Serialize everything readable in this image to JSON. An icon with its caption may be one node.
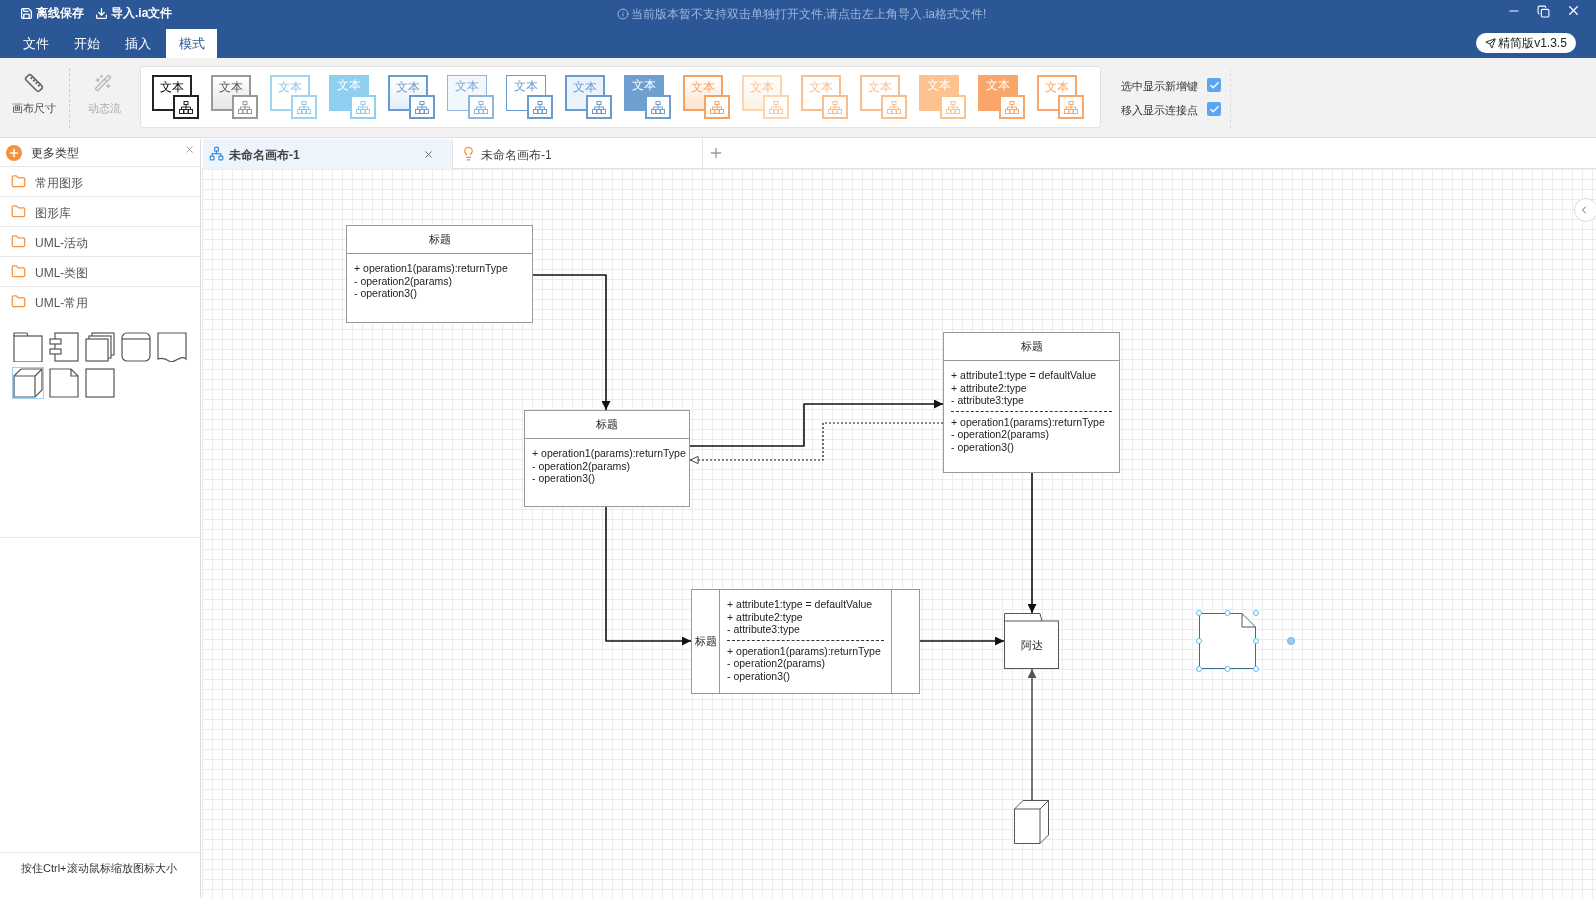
{
  "diagram": {
    "nodes": [
      {
        "text": [
          "标题",
          "+ operation1(params):returnType",
          "- operation2(params)",
          "- operation3()"
        ]
      },
      {
        "text": [
          "标题",
          "+ operation1(params):returnType",
          "- operation2(params)",
          "- operation3()"
        ]
      },
      {
        "text": [
          "标题",
          "+ attribute1:type = defaultValue",
          "+ attribute2:type",
          "- attribute3:type",
          "+ operation1(params):returnType",
          "- operation2(params)",
          "- operation3()"
        ]
      },
      {
        "text": [
          "标题",
          "+ attribute1:type = defaultValue",
          "+ attribute2:type",
          "- attribute3:type",
          "+ operation1(params):returnType",
          "- operation2(params)",
          "- operation3()"
        ]
      },
      {
        "text": [
          "阿达"
        ]
      },
      {
        "text": [],
        "shape": "cube"
      },
      {
        "text": [],
        "shape": "note"
      }
    ],
    "edges": [
      {
        "from": 0,
        "to": 1,
        "arrow": "to"
      },
      {
        "from": 1,
        "to": 2,
        "arrow": "to"
      },
      {
        "from": 2,
        "to": 1,
        "arrow": "to",
        "style": "dashed"
      },
      {
        "from": 2,
        "to": 4,
        "arrow": "to"
      },
      {
        "from": 1,
        "to": 3,
        "arrow": "to"
      },
      {
        "from": 3,
        "to": 4,
        "arrow": "to"
      },
      {
        "from": 5,
        "to": 4,
        "arrow": "to",
        "color": "#555555"
      }
    ],
    "labels": [
      "离线保存",
      "导入.ia文件",
      "当前版本暂不支持双击单独打开文件,请点击左上角导入.ia格式文件!",
      "文件",
      "开始",
      "插入",
      "模式",
      "精简版v1.3.5",
      "画布尺寸",
      "动态流",
      "文本",
      "文本",
      "文本",
      "文本",
      "文本",
      "文本",
      "文本",
      "文本",
      "文本",
      "文本",
      "文本",
      "文本",
      "文本",
      "文本",
      "文本",
      "文本",
      "选中显示新增键",
      "移入显示连接点",
      "更多类型",
      "常用图形",
      "图形库",
      "UML-活动",
      "UML-类图",
      "UML-常用",
      "未命名画布-1",
      "未命名画布-1",
      "按住Ctrl+滚动鼠标缩放图标大小"
    ]
  }
}
